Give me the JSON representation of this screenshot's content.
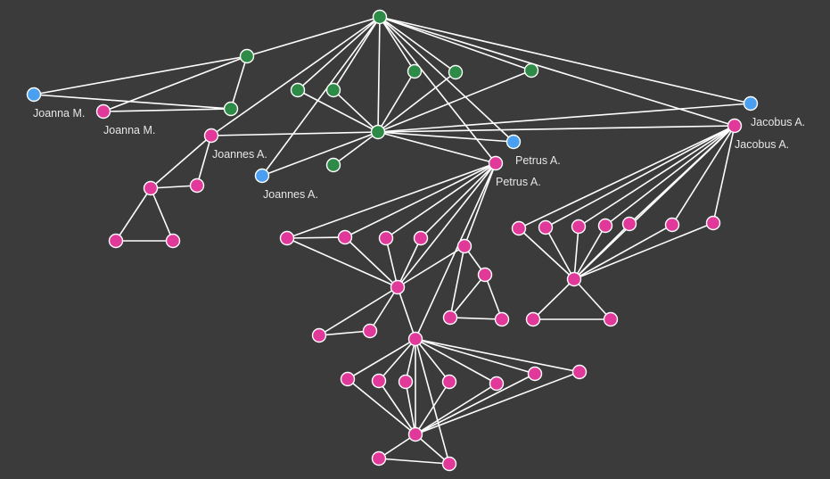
{
  "colors": {
    "background": "#3b3b3b",
    "edge": "#ffffff",
    "green": "#2e8b47",
    "blue": "#4a9ff0",
    "pink": "#e0399a"
  },
  "labels": {
    "joanna_blue": "Joanna M.",
    "joanna_pink": "Joanna M.",
    "joannes_pink": "Joannes A.",
    "joannes_blue": "Joannes A.",
    "petrus_blue": "Petrus A.",
    "petrus_pink": "Petrus A.",
    "jacobus_blue": "Jacobus A.",
    "jacobus_pink": "Jacobus A."
  }
}
